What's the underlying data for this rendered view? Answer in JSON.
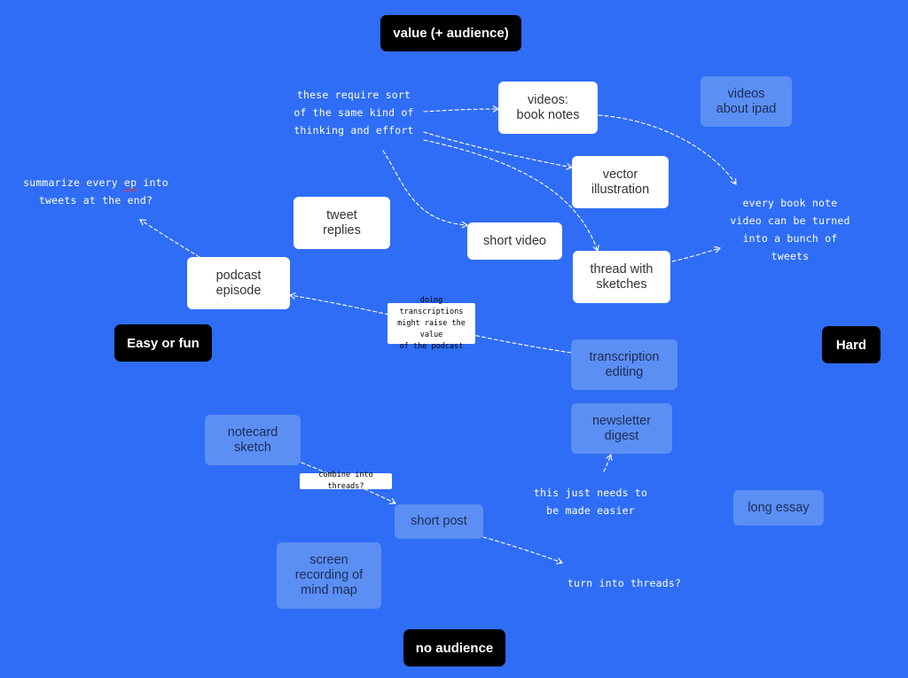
{
  "axes": {
    "top": "value (+ audience)",
    "bottom": "no audience",
    "left": "Easy or fun",
    "right": "Hard"
  },
  "cards": {
    "videos_book_notes": "videos:\nbook notes",
    "videos_about_ipad": "videos\nabout ipad",
    "vector_illustration": "vector\nillustration",
    "tweet_replies": "tweet\nreplies",
    "short_video": "short video",
    "podcast_episode": "podcast\nepisode",
    "thread_with_sketches": "thread with\nsketches",
    "transcription_editing": "transcription\nediting",
    "newsletter_digest": "newsletter\ndigest",
    "notecard_sketch": "notecard\nsketch",
    "short_post": "short post",
    "long_essay": "long essay",
    "screen_recording": "screen\nrecording of\nmind map"
  },
  "notes": {
    "same_thinking": "these require sort\nof the same kind of\nthinking and effort",
    "summarize_prefix": "summarize every ",
    "summarize_ep": "ep",
    "summarize_suffix": " into\ntweets at the end?",
    "book_note_tweets": "every book note\nvideo can be turned\ninto a bunch of\ntweets",
    "made_easier": "this just needs to\nbe made easier",
    "turn_into_threads": "turn into threads?"
  },
  "tags": {
    "transcriptions": "doing transcriptions\nmight raise the value\nof the podcast",
    "combine": "combine into threads?"
  },
  "colors": {
    "background": "#2f6df6",
    "axis_label": "#000000",
    "card_white": "#ffffff",
    "card_blue": "#5b8ff4",
    "annotation": "#ffffff"
  }
}
